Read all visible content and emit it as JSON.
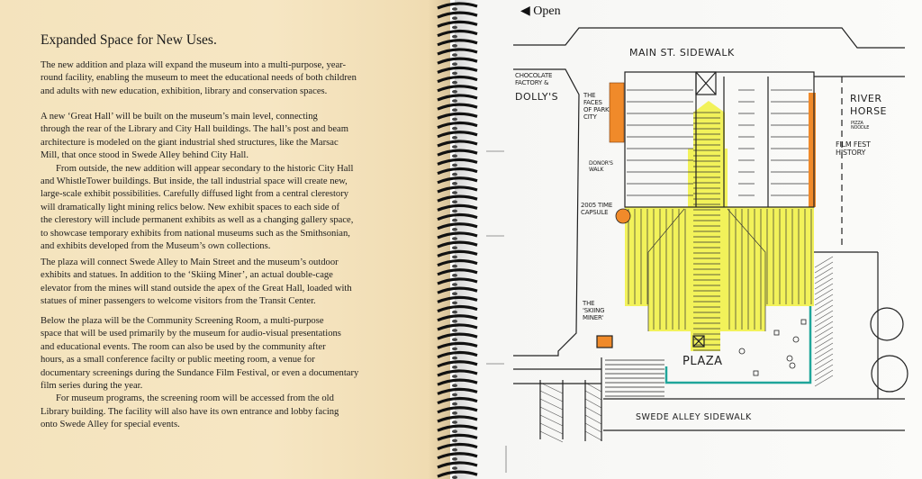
{
  "left_page": {
    "title": "Expanded Space for New Uses.",
    "paragraphs": [
      {
        "lines": [
          "The new addition and plaza will expand the museum into a multi-purpose, year-",
          "round facility, enabling the museum to meet the educational needs of both children",
          "and adults with new education, exhibition, library and conservation spaces."
        ]
      },
      {
        "lines": [
          "A new ‘Great Hall’ will be built on the museum’s main level, connecting",
          "through the rear of the Library and City Hall buildings. The hall’s post and beam",
          "architecture is modeled on the giant industrial shed structures, like the Marsac",
          "Mill, that once stood in Swede Alley behind City Hall.",
          "From outside, the new addition will appear secondary to the historic City Hall",
          "and WhistleTower buildings. But inside, the tall industrial space will create new,",
          "large-scale exhibit possibilities. Carefully diffused light from a central clerestory",
          "will dramatically light mining relics below. New exhibit spaces to each side of",
          "the clerestory will include permanent exhibits as well as a changing gallery space,",
          "to showcase temporary exhibits from national museums such as the Smithsonian,",
          "and exhibits developed from the Museum’s own collections."
        ]
      },
      {
        "lines": [
          "The plaza will connect Swede Alley to Main Street and the museum’s outdoor",
          "exhibits and statues. In addition to the ‘Skiing Miner’, an actual double-cage",
          "elevator from the mines will stand outside the apex of the Great Hall, loaded with",
          "statues of miner passengers to welcome visitors from the Transit Center."
        ]
      },
      {
        "lines": [
          "Below the plaza will be the Community Screening Room, a multi-purpose",
          "space that will be used primarily by the museum for audio-visual presentations",
          "and educational events. The room can also be used by the community after",
          "hours, as a small conference facilty or public meeting room, a venue for",
          "documentary screenings during the Sundance Film Festival, or even a documentary",
          "film series during the year.",
          "For museum programs, the screening room will be accessed from the old",
          "Library building. The facility will also have its own entrance and lobby facing",
          "onto Swede Alley for special events."
        ]
      }
    ]
  },
  "right_page": {
    "open_label": "◀ Open",
    "labels": {
      "main_st": "Main St. Sidewalk",
      "chocolate1": "Chocolate",
      "chocolate2": "Factory &",
      "dollys": "Dolly's",
      "faces": "The Faces of Park City",
      "river_horse": "River Horse",
      "pizza": "Pizza Noodle",
      "film_fest": "Film Fest History",
      "donors": "Donor's Walk",
      "time_capsule": "2005 Time Capsule",
      "skiing_miner": "The 'Skiing Miner'",
      "plaza": "Plaza",
      "swede_alley": "Swede Alley Sidewalk"
    },
    "colors": {
      "yellow": "#f2f25a",
      "orange": "#f08a2a",
      "teal": "#1fa59a"
    }
  }
}
